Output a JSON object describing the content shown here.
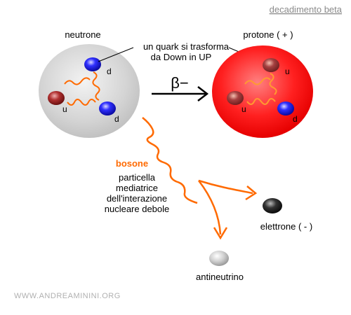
{
  "header": {
    "title": "decadimento beta"
  },
  "labels": {
    "neutron": "neutrone",
    "proton": "protone ( + )",
    "quark_note_line1": "un quark si trasforma",
    "quark_note_line2": "da Down in UP",
    "beta_symbol": "β−",
    "boson": "bosone",
    "boson_desc": [
      "particella",
      "mediatrice",
      "dell'interazione",
      "nucleare debole"
    ],
    "electron": "elettrone ( - )",
    "antineutrino": "antineutrino",
    "watermark": "WWW.ANDREAMININI.ORG"
  },
  "quarks": {
    "neutron": [
      "d",
      "u",
      "d"
    ],
    "proton": [
      "u",
      "u",
      "d"
    ]
  },
  "colors": {
    "title": "#8a8a8a",
    "neutron_fill": "#cccccc",
    "proton_fill": "#ff1a1a",
    "boson": "#ff6a00",
    "up_quark": "#a52a2a",
    "down_quark": "#1a1aff",
    "electron": "#333333",
    "antineutrino": "#bdbdbd",
    "watermark": "#b0b0b0"
  }
}
